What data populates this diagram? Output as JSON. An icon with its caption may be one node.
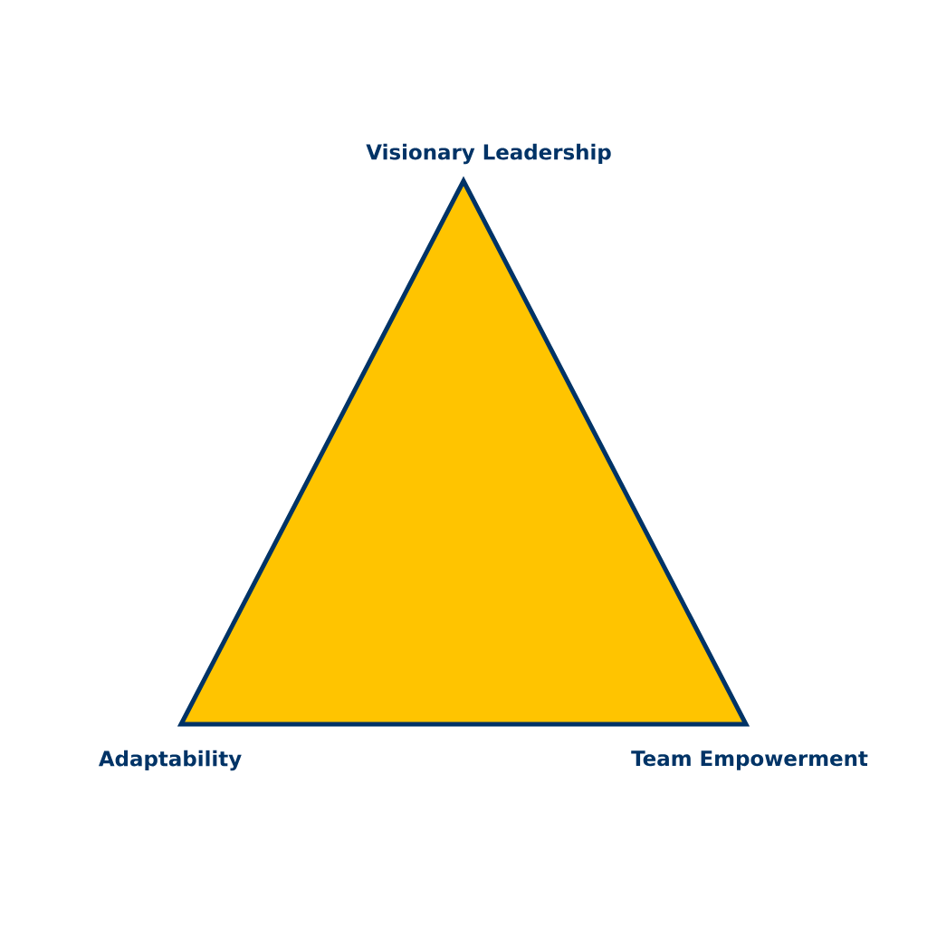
{
  "diagram": {
    "labels": [
      "Visionary Leadership",
      "Adaptability",
      "Team Empowerment"
    ]
  }
}
